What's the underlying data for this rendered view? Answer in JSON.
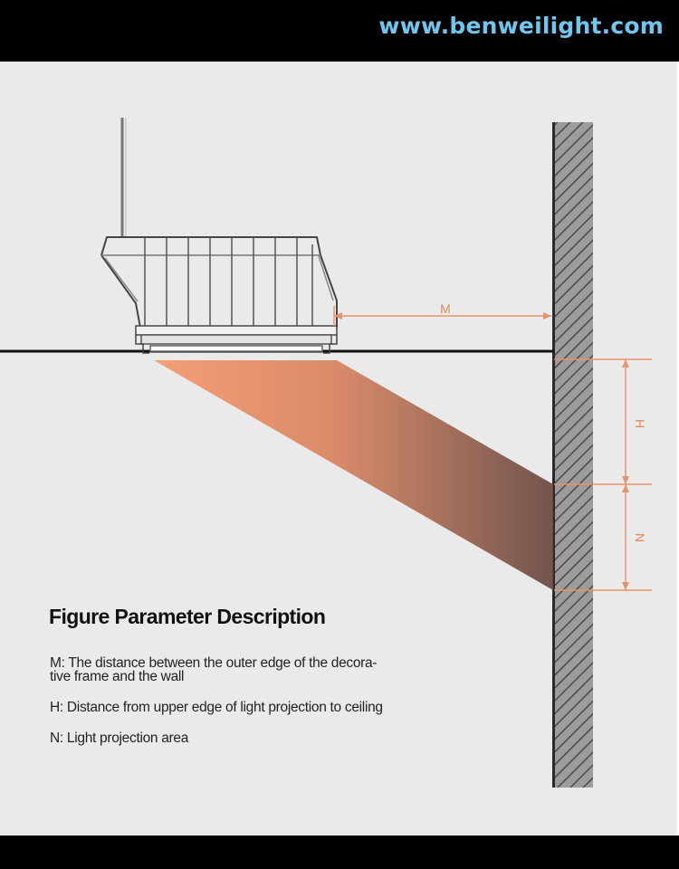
{
  "header": {
    "site_url": "www.benweilight.com"
  },
  "diagram": {
    "labels": {
      "m": "M",
      "h": "H",
      "n": "N"
    },
    "colors": {
      "dimension": "#e8946a",
      "beam_start": "#f4956a",
      "beam_end": "#6e5048",
      "wall": "#555555",
      "ceiling": "#111111"
    }
  },
  "description": {
    "title": "Figure Parameter Description",
    "items": [
      {
        "line1": "M: The distance between the outer edge of the decora-",
        "line2": "tive frame and the wall"
      },
      {
        "line1": "H: Distance from upper edge of light projection to ceiling",
        "line2": ""
      },
      {
        "line1": "N: Light projection area",
        "line2": ""
      }
    ]
  }
}
